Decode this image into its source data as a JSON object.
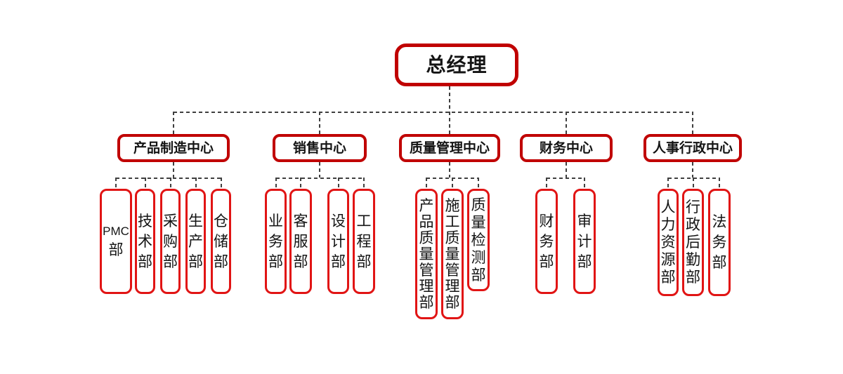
{
  "colors": {
    "background": "#ffffff",
    "node_border_primary": "#c00000",
    "node_border_secondary": "#e11414",
    "connector_line": "#3f3f3f",
    "text": "#141414"
  },
  "root": {
    "label": "总经理"
  },
  "groups": [
    {
      "label": "产品制造中心",
      "children": [
        {
          "label": "PMC部",
          "lines": [
            "PMC",
            "部"
          ]
        },
        {
          "label": "技术部",
          "lines": [
            "技",
            "术",
            "部"
          ]
        },
        {
          "label": "采购部",
          "lines": [
            "采",
            "购",
            "部"
          ]
        },
        {
          "label": "生产部",
          "lines": [
            "生",
            "产",
            "部"
          ]
        },
        {
          "label": "仓储部",
          "lines": [
            "仓",
            "储",
            "部"
          ]
        }
      ]
    },
    {
      "label": "销售中心",
      "children": [
        {
          "label": "业务部",
          "lines": [
            "业",
            "务",
            "部"
          ]
        },
        {
          "label": "客服部",
          "lines": [
            "客",
            "服",
            "部"
          ]
        },
        {
          "label": "设计部",
          "lines": [
            "设",
            "计",
            "部"
          ]
        },
        {
          "label": "工程部",
          "lines": [
            "工",
            "程",
            "部"
          ]
        }
      ]
    },
    {
      "label": "质量管理中心",
      "children": [
        {
          "label": "产品质量管理部",
          "lines": [
            "产",
            "品",
            "质",
            "量",
            "管",
            "理",
            "部"
          ]
        },
        {
          "label": "施工质量管理部",
          "lines": [
            "施",
            "工",
            "质",
            "量",
            "管",
            "理",
            "部"
          ]
        },
        {
          "label": "质量检测部",
          "lines": [
            "质",
            "量",
            "检",
            "测",
            "部"
          ]
        }
      ]
    },
    {
      "label": "财务中心",
      "children": [
        {
          "label": "财务部",
          "lines": [
            "财",
            "务",
            "部"
          ]
        },
        {
          "label": "审计部",
          "lines": [
            "审",
            "计",
            "部"
          ]
        }
      ]
    },
    {
      "label": "人事行政中心",
      "children": [
        {
          "label": "人力资源部",
          "lines": [
            "人",
            "力",
            "资",
            "源",
            "部"
          ]
        },
        {
          "label": "行政后勤部",
          "lines": [
            "行",
            "政",
            "后",
            "勤",
            "部"
          ]
        },
        {
          "label": "法务部",
          "lines": [
            "法",
            "务",
            "部"
          ]
        }
      ]
    }
  ]
}
